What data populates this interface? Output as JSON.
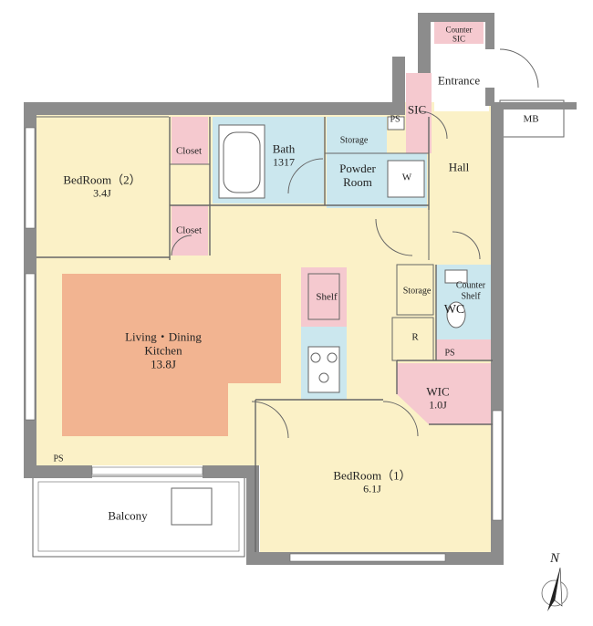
{
  "colors": {
    "wall": "#8c8c8c",
    "yellow": "#fbf1c7",
    "pink": "#f5c9cf",
    "blue": "#cbe7ee",
    "ldk_orange": "#f2b491",
    "line": "#666666",
    "fixture": "#ffffff"
  },
  "rooms": {
    "bedroom2": {
      "name": "BedRoom（2）",
      "size": "3.4J"
    },
    "closet_top": {
      "name": "Closet"
    },
    "closet_bottom": {
      "name": "Closet"
    },
    "bath": {
      "name": "Bath",
      "size": "1317"
    },
    "storage_top": {
      "name": "Storage"
    },
    "ps_top": {
      "name": "PS"
    },
    "sic": {
      "name": "SIC"
    },
    "counter_sic": {
      "name": "Counter",
      "sub": "SIC"
    },
    "entrance": {
      "name": "Entrance"
    },
    "mb": {
      "name": "MB"
    },
    "powder": {
      "name": "Powder",
      "sub": "Room"
    },
    "washer": {
      "name": "W"
    },
    "hall": {
      "name": "Hall"
    },
    "shelf": {
      "name": "Shelf"
    },
    "storage_mid": {
      "name": "Storage"
    },
    "counter_shelf": {
      "name": "Counter",
      "sub": "Shelf"
    },
    "wc": {
      "name": "WC"
    },
    "fridge": {
      "name": "R"
    },
    "ps_mid": {
      "name": "PS"
    },
    "ldk": {
      "name": "Living・Dining",
      "sub": "Kitchen",
      "size": "13.8J"
    },
    "wic": {
      "name": "WIC",
      "size": "1.0J"
    },
    "bedroom1": {
      "name": "BedRoom（1）",
      "size": "6.1J"
    },
    "ps_bottom": {
      "name": "PS"
    },
    "balcony": {
      "name": "Balcony"
    }
  },
  "compass": {
    "label": "N",
    "icon": "north-arrow-icon"
  }
}
